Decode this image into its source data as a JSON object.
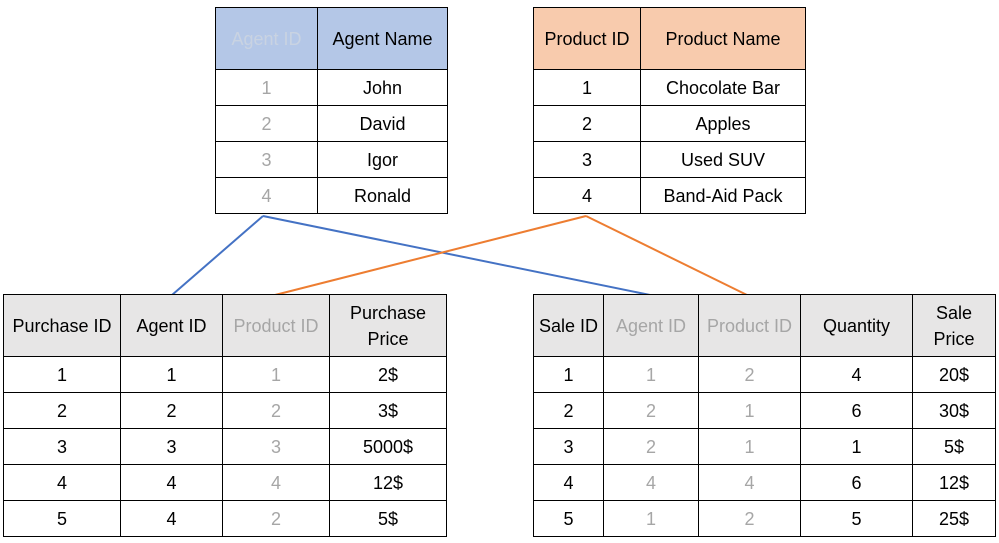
{
  "agents_table": {
    "columns": [
      "Agent ID",
      "Agent Name"
    ],
    "rows": [
      [
        "1",
        "John"
      ],
      [
        "2",
        "David"
      ],
      [
        "3",
        "Igor"
      ],
      [
        "4",
        "Ronald"
      ]
    ]
  },
  "products_table": {
    "columns": [
      "Product ID",
      "Product Name"
    ],
    "rows": [
      [
        "1",
        "Chocolate Bar"
      ],
      [
        "2",
        "Apples"
      ],
      [
        "3",
        "Used SUV"
      ],
      [
        "4",
        "Band-Aid Pack"
      ]
    ]
  },
  "purchases_table": {
    "columns": [
      "Purchase ID",
      "Agent ID",
      "Product ID",
      "Purchase Price"
    ],
    "rows": [
      [
        "1",
        "1",
        "1",
        "2$"
      ],
      [
        "2",
        "2",
        "2",
        "3$"
      ],
      [
        "3",
        "3",
        "3",
        "5000$"
      ],
      [
        "4",
        "4",
        "4",
        "12$"
      ],
      [
        "5",
        "4",
        "2",
        "5$"
      ]
    ]
  },
  "sales_table": {
    "columns": [
      "Sale ID",
      "Agent ID",
      "Product ID",
      "Quantity",
      "Sale Price"
    ],
    "rows": [
      [
        "1",
        "1",
        "2",
        "4",
        "20$"
      ],
      [
        "2",
        "2",
        "1",
        "6",
        "30$"
      ],
      [
        "3",
        "2",
        "1",
        "1",
        "5$"
      ],
      [
        "4",
        "4",
        "4",
        "6",
        "12$"
      ],
      [
        "5",
        "1",
        "2",
        "5",
        "25$"
      ]
    ]
  },
  "colors": {
    "agent_link": "#4472c4",
    "product_link": "#ed7d31",
    "agent_header": "#b4c7e7",
    "product_header": "#f8cbad",
    "fact_header": "#e7e6e6",
    "faded_text": "#a6a6a6"
  }
}
